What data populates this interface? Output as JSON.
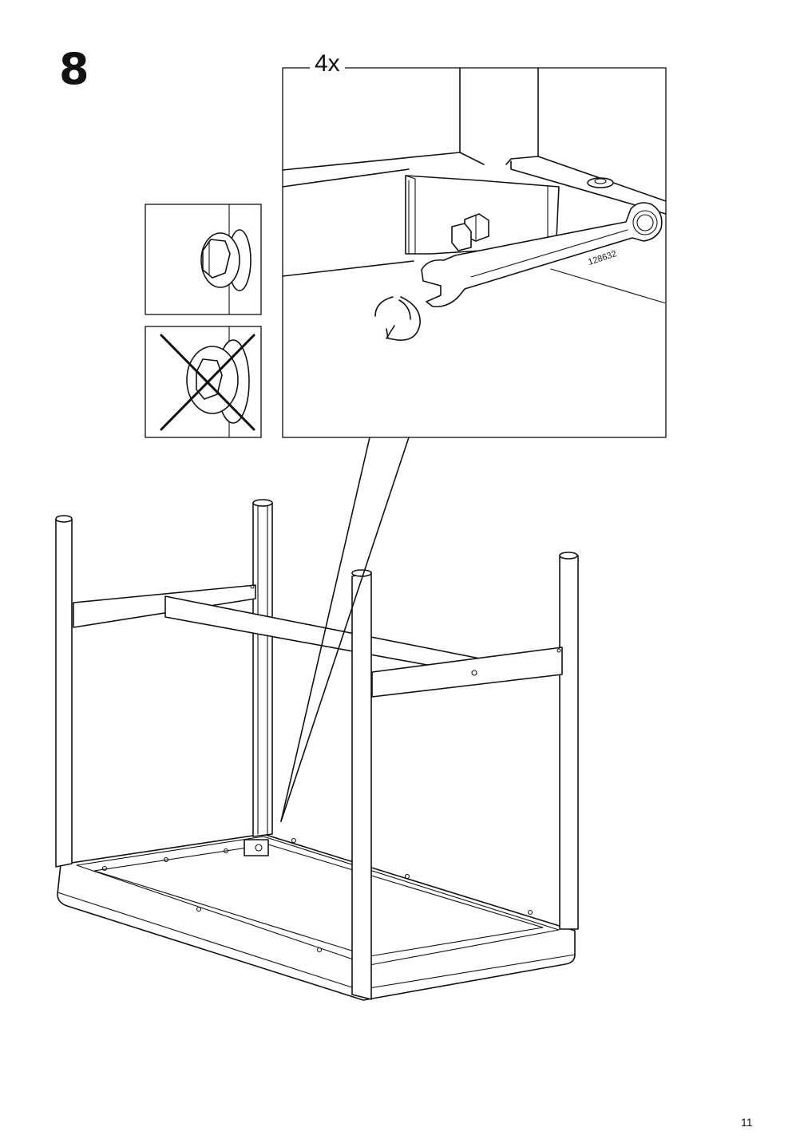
{
  "step": {
    "number": "8"
  },
  "detail": {
    "quantity": "4x",
    "tool_part_number": "128632"
  },
  "icons": {
    "correct": "bolt-seated-flush-icon",
    "incorrect": "bolt-misaligned-crossed-icon",
    "rotation": "clockwise-rotation-icon",
    "tool": "wrench-icon"
  },
  "footer": {
    "page_number": "11"
  }
}
